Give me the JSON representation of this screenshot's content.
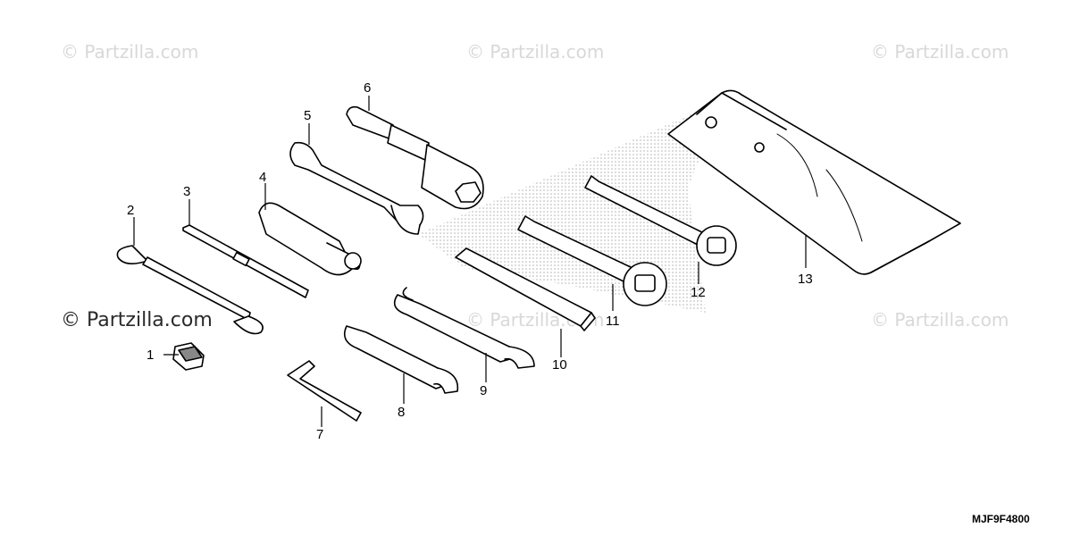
{
  "watermarks": {
    "top_left": "© Partzilla.com",
    "top_center": "© Partzilla.com",
    "top_right": "© Partzilla.com",
    "mid_left": "© Partzilla.com",
    "mid_center": "© Partzilla.com",
    "mid_right": "© Partzilla.com"
  },
  "callouts": [
    "1",
    "2",
    "3",
    "4",
    "5",
    "6",
    "7",
    "8",
    "9",
    "10",
    "11",
    "12",
    "13"
  ],
  "diagram_code": "MJF9F4800",
  "colors": {
    "line": "#000000",
    "watermark": "#d8d8d8",
    "stipple": "#9a9a9a"
  }
}
